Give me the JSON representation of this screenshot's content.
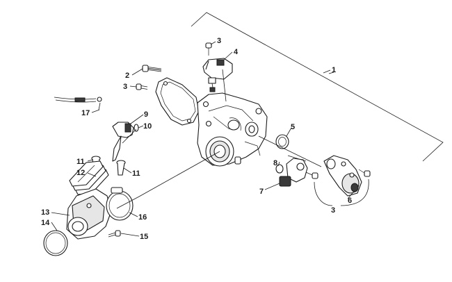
{
  "diagram": {
    "callouts": {
      "c1": "1",
      "c2": "2",
      "c3a": "3",
      "c3b": "3",
      "c3c": "3",
      "c4": "4",
      "c5": "5",
      "c6": "6",
      "c7": "7",
      "c8": "8",
      "c9": "9",
      "c10": "10",
      "c11a": "11",
      "c11b": "11",
      "c12": "12",
      "c13": "13",
      "c14": "14",
      "c15": "15",
      "c16": "16",
      "c17": "17"
    }
  }
}
